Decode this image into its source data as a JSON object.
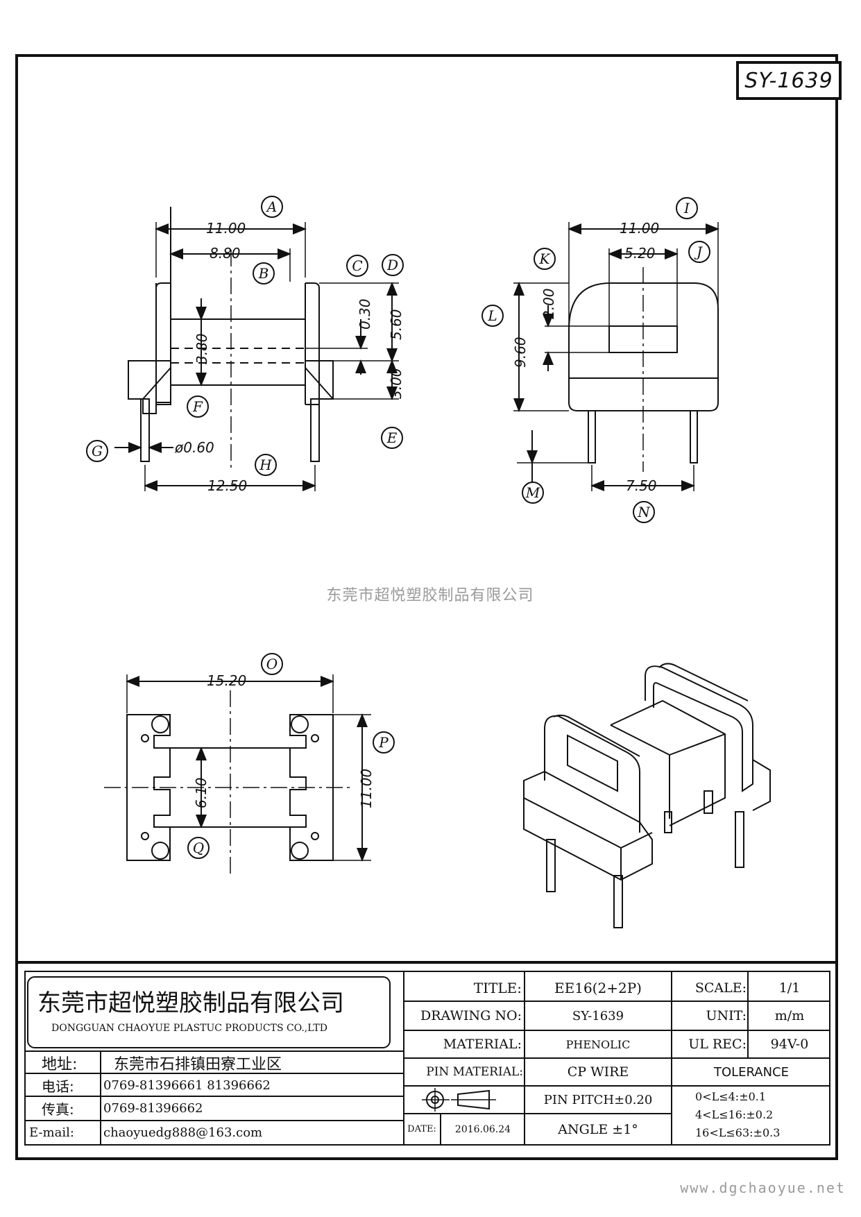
{
  "drawing_code": "SY-1639",
  "watermark": "东莞市超悦塑胶制品有限公司",
  "website": "www.dgchaoyue.net",
  "front_view": {
    "dims": {
      "A": "11.00",
      "B": "8.80",
      "C": "0.30",
      "D": "5.60",
      "E": "3.00",
      "F": "3.80",
      "G": "ø0.60",
      "H": "12.50"
    },
    "labels": [
      "A",
      "B",
      "C",
      "D",
      "E",
      "F",
      "G",
      "H"
    ]
  },
  "side_view": {
    "dims": {
      "I": "11.00",
      "J": "5.20",
      "K": "2.00",
      "L": "9.60",
      "N": "7.50"
    },
    "labels": [
      "I",
      "J",
      "K",
      "L",
      "M",
      "N"
    ]
  },
  "bottom_view": {
    "dims": {
      "O": "15.20",
      "P": "11.00",
      "Q": "6.10"
    },
    "labels": [
      "O",
      "P",
      "Q"
    ]
  },
  "title_block": {
    "company_cn": "东莞市超悦塑胶制品有限公司",
    "company_en": "DONGGUAN CHAOYUE PLASTUC PRODUCTS CO.,LTD",
    "address_label": "地址:",
    "address": "东莞市石排镇田寮工业区",
    "tel_label": "电话:",
    "tel": "0769-81396661   81396662",
    "fax_label": "传真:",
    "fax": "0769-81396662",
    "email_label": "E-mail:",
    "email": "chaoyuedg888@163.com",
    "title_label": "TITLE:",
    "title": "EE16(2+2P)",
    "drawing_no_label": "DRAWING NO:",
    "drawing_no": "SY-1639",
    "material_label": "MATERIAL:",
    "material": "PHENOLIC",
    "pin_material_label": "PIN MATERIAL:",
    "pin_material": "CP WIRE",
    "pin_pitch": "PIN PITCH±0.20",
    "date_label": "DATE:",
    "date": "2016.06.24",
    "angle": "ANGLE  ±1°",
    "scale_label": "SCALE:",
    "scale": "1/1",
    "unit_label": "UNIT:",
    "unit": "m/m",
    "ul_label": "UL REC:",
    "ul": "94V-0",
    "tolerance_label": "TOLERANCE",
    "tolerances": [
      "0<L≤4:±0.1",
      "4<L≤16:±0.2",
      "16<L≤63:±0.3"
    ]
  }
}
